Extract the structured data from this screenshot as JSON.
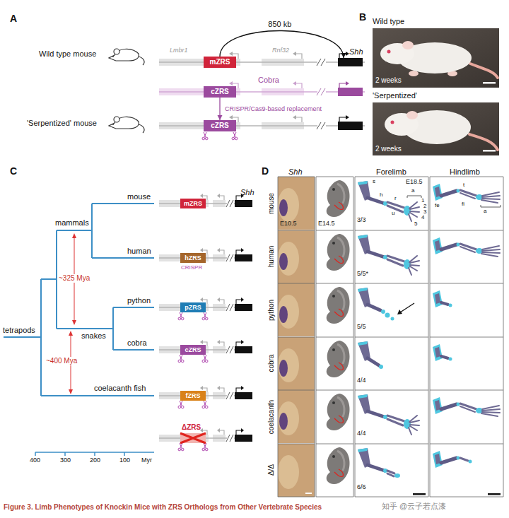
{
  "diagram": {
    "caption": "Figure 3. Limb Phenotypes of Knockin Mice with ZRS Orthologs from Other Vertebrate Species",
    "nodes": [
      {
        "text": [
          "mZRS"
        ]
      },
      {
        "text": [
          "Shh"
        ]
      },
      {
        "text": [
          "cZRS"
        ]
      },
      {
        "text": [
          "cZRS"
        ]
      },
      {
        "text": [
          "mZRS"
        ]
      },
      {
        "text": [
          "hZRS"
        ]
      },
      {
        "text": [
          "pZRS"
        ]
      },
      {
        "text": [
          "cZRS"
        ]
      },
      {
        "text": [
          "fZRS"
        ]
      }
    ],
    "edges": [
      {
        "from": 0,
        "to": 1,
        "label": "850 kb",
        "arrow": "to"
      },
      {
        "from": 2,
        "to": 3,
        "label": "CRISPR/Cas9-based replacement",
        "arrow": "to"
      }
    ],
    "labels": [
      "A",
      "Lmbr1",
      "Rnf32",
      "Wild type mouse",
      "Cobra",
      "'Serpentized' mouse",
      "B",
      "Wild type",
      "2 weeks",
      "'Serpentized'",
      "2 weeks",
      "C",
      "tetrapods",
      "mammals",
      "mouse",
      "human",
      "snakes",
      "python",
      "cobra",
      "coelacanth fish",
      "~325 Mya",
      "~400 Mya",
      "400",
      "300",
      "200",
      "100",
      "Myr",
      "Shh",
      "CRISPR",
      "ΔZRS",
      "D",
      "Shh",
      "Forelimb",
      "Hindlimb",
      "E10.5",
      "E14.5",
      "E18.5",
      "mouse",
      "human",
      "python",
      "cobra",
      "coelacanth",
      "Δ/Δ",
      "3/3",
      "5/5*",
      "5/5",
      "4/4",
      "4/4",
      "6/6",
      "s",
      "h",
      "r",
      "u",
      "a",
      "1",
      "2",
      "3",
      "4",
      "5",
      "t",
      "fe",
      "fi",
      "a",
      "知乎 @云子若点漆"
    ]
  }
}
